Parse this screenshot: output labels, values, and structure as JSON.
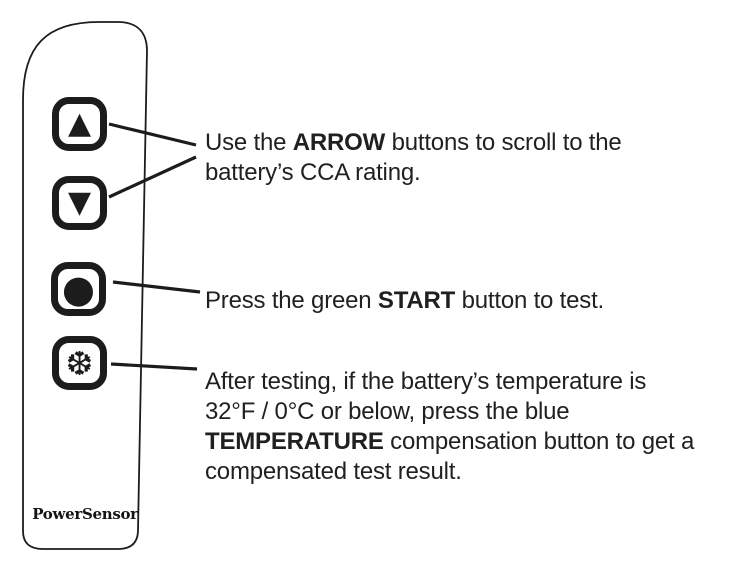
{
  "device": {
    "label": "PowerSensor",
    "buttons": [
      {
        "name": "arrow-up",
        "glyph": "▲"
      },
      {
        "name": "arrow-down",
        "glyph": "▼"
      },
      {
        "name": "start",
        "glyph": "●"
      },
      {
        "name": "temperature",
        "glyph": "❆"
      }
    ]
  },
  "callouts": [
    {
      "pre": "Use the ",
      "bold": "ARROW",
      "post": " buttons to scroll to the battery’s CCA rating."
    },
    {
      "pre": "Press the green ",
      "bold": "START",
      "post": " button to test."
    },
    {
      "pre": "After testing, if the battery’s temperature is 32°F / 0°C or below, press the blue ",
      "bold": "TEMPERATURE",
      "post": " compensation button to get a compensated test result."
    }
  ],
  "colors": {
    "ink": "#1c1c1c",
    "background": "#ffffff"
  }
}
